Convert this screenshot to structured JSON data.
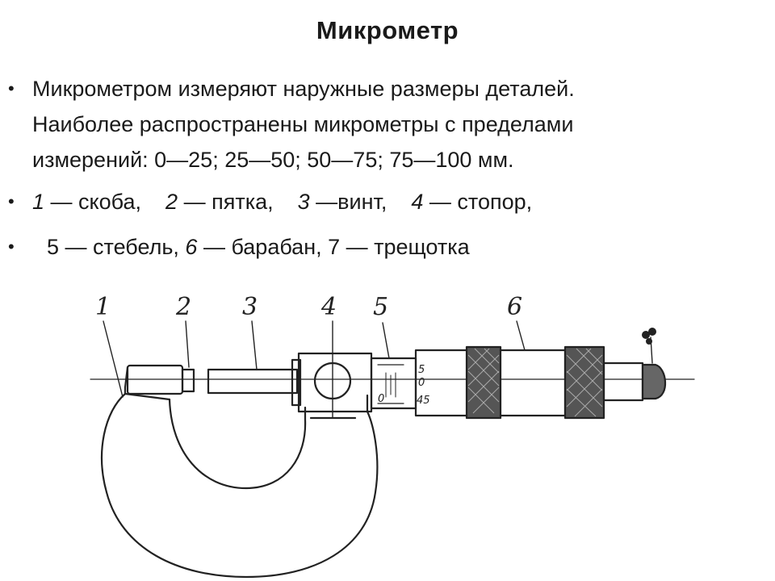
{
  "slide": {
    "title": "Микрометр",
    "bullet1": {
      "line1": "Микрометром измеряют наружные размеры деталей.",
      "line2": "Наиболее распространены микрометры с пределами",
      "line3": "измерений: 0—25; 25—50; 50—75; 75—100 мм."
    },
    "bullet2": {
      "n1": "1",
      "t1": " — скоба,    ",
      "n2": "2",
      "t2": " — пятка,    ",
      "n3": "3",
      "t3": " —винт,    ",
      "n4": "4",
      "t4": " — стопор,"
    },
    "bullet3": {
      "t5": "5 — стебель, ",
      "n6": "6",
      "t6": " — барабан, 7 — трещотка"
    },
    "bullet_glyph": "•"
  },
  "diagram": {
    "labels": [
      "1",
      "2",
      "3",
      "4",
      "5",
      "6"
    ],
    "scale_marks": [
      "5",
      "0",
      "45",
      "0"
    ]
  }
}
